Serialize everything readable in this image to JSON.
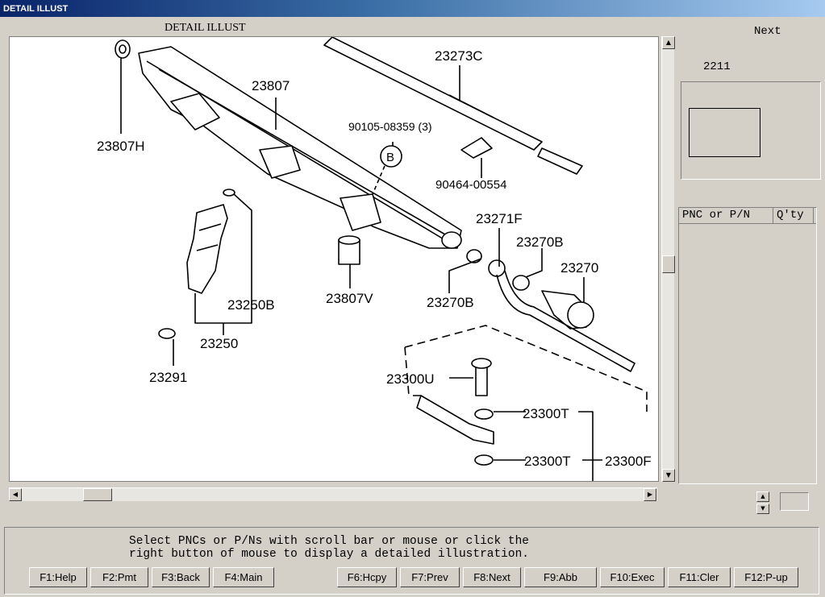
{
  "window": {
    "title": "DETAIL ILLUST"
  },
  "canvas": {
    "label": "DETAIL ILLUST",
    "part_labels": [
      "23807H",
      "23807",
      "23273C",
      "90105-08359 (3)",
      "B",
      "90464-00554",
      "23271F",
      "23270B",
      "23270",
      "23270B",
      "23807V",
      "23250B",
      "23250",
      "23291",
      "23300U",
      "23300T",
      "23300T",
      "23300F"
    ]
  },
  "side": {
    "next_label": "Next",
    "page_number": "2211"
  },
  "pnc_table": {
    "col1": "PNC or P/N",
    "col2": "Q'ty"
  },
  "message": {
    "line1": "Select PNCs or P/Ns with scroll bar or mouse or click the",
    "line2": "right button of mouse to display a detailed illustration."
  },
  "fkeys": [
    {
      "label": "F1:Help"
    },
    {
      "label": "F2:Pmt"
    },
    {
      "label": "F3:Back"
    },
    {
      "label": "F4:Main"
    },
    {
      "label": "F6:Hcpy"
    },
    {
      "label": "F7:Prev"
    },
    {
      "label": "F8:Next"
    },
    {
      "label": "F9:Abb"
    },
    {
      "label": "F10:Exec"
    },
    {
      "label": "F11:Cler"
    },
    {
      "label": "F12:P-up"
    }
  ]
}
